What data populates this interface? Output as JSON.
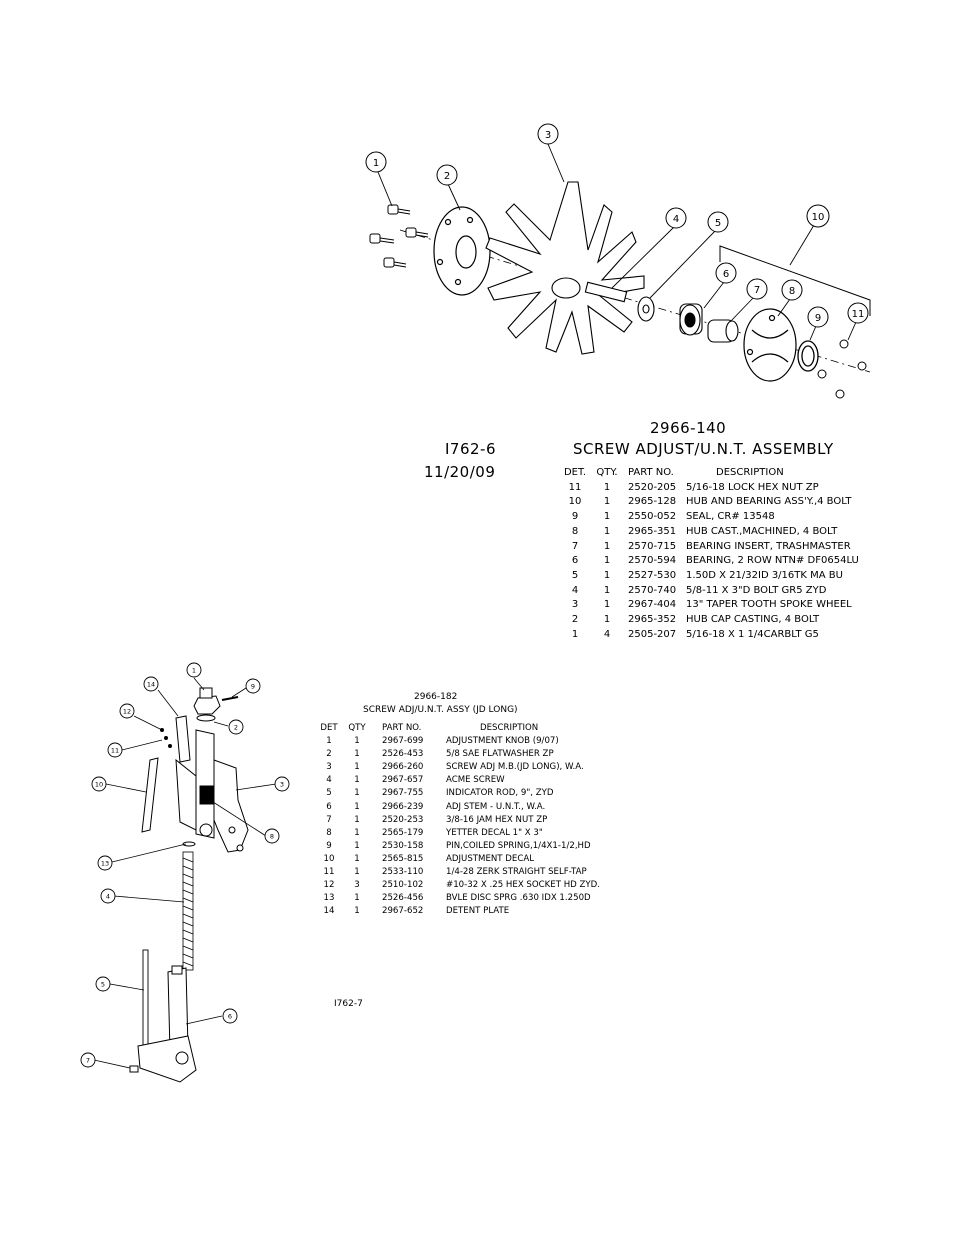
{
  "top_assembly": {
    "drawing_ref": "I762-6",
    "date": "11/20/09",
    "part_number": "2966-140",
    "title": "SCREW ADJUST/U.N.T. ASSEMBLY",
    "columns": [
      "DET.",
      "QTY.",
      "PART NO.",
      "DESCRIPTION"
    ],
    "rows": [
      {
        "det": "11",
        "qty": "1",
        "part": "2520-205",
        "desc": "5/16-18 LOCK HEX NUT ZP"
      },
      {
        "det": "10",
        "qty": "1",
        "part": "2965-128",
        "desc": "HUB AND BEARING ASS'Y.,4 BOLT"
      },
      {
        "det": "9",
        "qty": "1",
        "part": "2550-052",
        "desc": "SEAL, CR# 13548"
      },
      {
        "det": "8",
        "qty": "1",
        "part": "2965-351",
        "desc": "HUB CAST.,MACHINED, 4 BOLT"
      },
      {
        "det": "7",
        "qty": "1",
        "part": "2570-715",
        "desc": "BEARING INSERT, TRASHMASTER"
      },
      {
        "det": "6",
        "qty": "1",
        "part": "2570-594",
        "desc": "BEARING, 2 ROW NTN# DF0654LU"
      },
      {
        "det": "5",
        "qty": "1",
        "part": "2527-530",
        "desc": "1.50D X 21/32ID 3/16TK MA BU"
      },
      {
        "det": "4",
        "qty": "1",
        "part": "2570-740",
        "desc": "5/8-11 X 3\"D BOLT GR5 ZYD"
      },
      {
        "det": "3",
        "qty": "1",
        "part": "2967-404",
        "desc": "13\" TAPER TOOTH SPOKE WHEEL"
      },
      {
        "det": "2",
        "qty": "1",
        "part": "2965-352",
        "desc": "HUB CAP CASTING, 4 BOLT"
      },
      {
        "det": "1",
        "qty": "4",
        "part": "2505-207",
        "desc": "5/16-18 X 1 1/4CARBLT G5"
      }
    ],
    "callouts": [
      "1",
      "2",
      "3",
      "4",
      "5",
      "6",
      "7",
      "8",
      "9",
      "10",
      "11"
    ]
  },
  "bottom_assembly": {
    "part_number": "2966-182",
    "title": "SCREW ADJ/U.N.T. ASSY (JD LONG)",
    "drawing_ref": "I762-7",
    "columns": [
      "DET",
      "QTY",
      "PART NO.",
      "DESCRIPTION"
    ],
    "rows": [
      {
        "det": "1",
        "qty": "1",
        "part": "2967-699",
        "desc": "ADJUSTMENT KNOB (9/07)"
      },
      {
        "det": "2",
        "qty": "1",
        "part": "2526-453",
        "desc": "5/8 SAE FLATWASHER   ZP"
      },
      {
        "det": "3",
        "qty": "1",
        "part": "2966-260",
        "desc": "SCREW ADJ M.B.(JD LONG), W.A."
      },
      {
        "det": "4",
        "qty": "1",
        "part": "2967-657",
        "desc": "ACME SCREW"
      },
      {
        "det": "5",
        "qty": "1",
        "part": "2967-755",
        "desc": "INDICATOR ROD, 9\", ZYD"
      },
      {
        "det": "6",
        "qty": "1",
        "part": "2966-239",
        "desc": "ADJ STEM - U.N.T.,     W.A."
      },
      {
        "det": "7",
        "qty": "1",
        "part": "2520-253",
        "desc": "3/8-16 JAM HEX NUT ZP"
      },
      {
        "det": "8",
        "qty": "1",
        "part": "2565-179",
        "desc": "YETTER DECAL 1\" X 3\""
      },
      {
        "det": "9",
        "qty": "1",
        "part": "2530-158",
        "desc": "PIN,COILED SPRING,1/4X1-1/2,HD"
      },
      {
        "det": "10",
        "qty": "1",
        "part": "2565-815",
        "desc": "ADJUSTMENT DECAL"
      },
      {
        "det": "11",
        "qty": "1",
        "part": "2533-110",
        "desc": "1/4-28 ZERK STRAIGHT SELF-TAP"
      },
      {
        "det": "12",
        "qty": "3",
        "part": "2510-102",
        "desc": "#10-32 X .25 HEX SOCKET HD ZYD."
      },
      {
        "det": "13",
        "qty": "1",
        "part": "2526-456",
        "desc": "BVLE DISC SPRG .630 IDX 1.250D"
      },
      {
        "det": "14",
        "qty": "1",
        "part": "2967-652",
        "desc": "DETENT PLATE"
      }
    ],
    "callouts": [
      "1",
      "2",
      "3",
      "4",
      "5",
      "6",
      "7",
      "8",
      "9",
      "10",
      "11",
      "12",
      "13",
      "14"
    ]
  }
}
